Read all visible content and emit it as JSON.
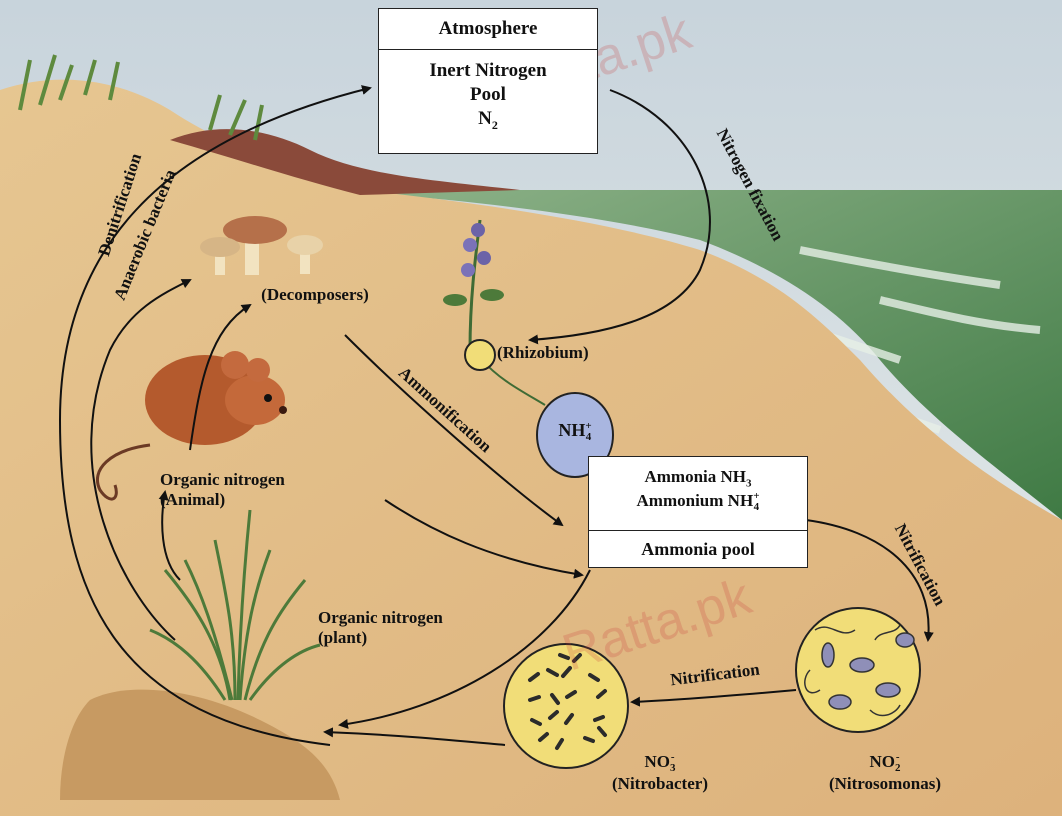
{
  "atmosphere_box": {
    "header": "Atmosphere",
    "line1": "Inert Nitrogen",
    "line2": "Pool",
    "line3": "N",
    "line3_sub": "2"
  },
  "ammonia_box": {
    "line1": "Ammonia NH",
    "line1_sub": "3",
    "line2": "Ammonium NH",
    "line2_sup": "+",
    "line2_sub": "4",
    "footer": "Ammonia pool"
  },
  "nh4_circle": {
    "base": "NH",
    "sup": "+",
    "sub": "4"
  },
  "labels": {
    "denitrification": "Denitrification",
    "anaerobic": "Anaerobic bacteria",
    "nitrogen_fixation": "Nitrogen fixation",
    "decomposers": "(Decomposers)",
    "rhizobium": "(Rhizobium)",
    "ammonification": "Ammonification",
    "organic_animal_1": "Organic nitrogen",
    "organic_animal_2": "(Animal)",
    "organic_plant_1": "Organic nitrogen",
    "organic_plant_2": "(plant)",
    "nitrification_right": "Nitrification",
    "nitrification_bottom": "Nitrification",
    "no3_base": "NO",
    "no3_sup": "-",
    "no3_sub": "3",
    "no3_name": "(Nitrobacter)",
    "no2_base": "NO",
    "no2_sup": "-",
    "no2_sub": "2",
    "no2_name": "(Nitrosomonas)"
  },
  "watermarks": [
    "Ratta.pk",
    "Ratta.pk"
  ],
  "colors": {
    "sand": "#e9cf9a",
    "sea": "#5e8f4f",
    "sky": "#d9e2e8",
    "circle_fill": "#f1dd78",
    "nh4_fill": "#a9b6e0",
    "arrow": "#111111"
  }
}
